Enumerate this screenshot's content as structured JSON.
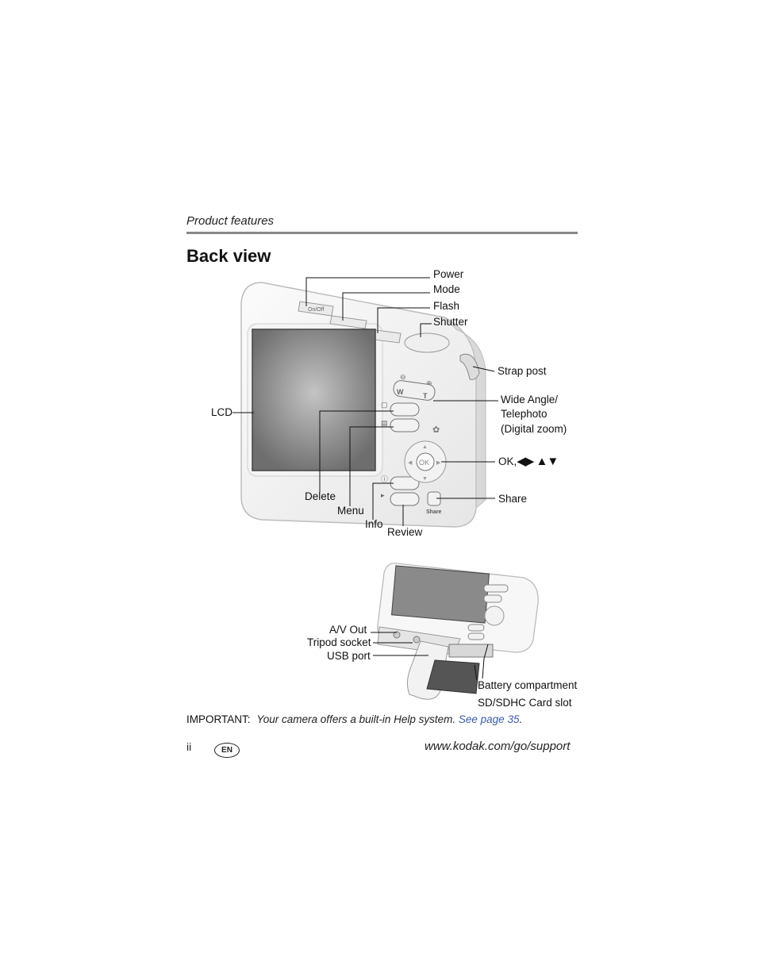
{
  "header": {
    "section": "Product features"
  },
  "title": "Back view",
  "callouts": {
    "power": "Power",
    "mode": "Mode",
    "flash": "Flash",
    "shutter": "Shutter",
    "strap_post": "Strap post",
    "wide_angle_1": "Wide Angle/",
    "wide_angle_2": "Telephoto",
    "wide_angle_3": "(Digital zoom)",
    "lcd": "LCD",
    "ok": "OK,",
    "share": "Share",
    "delete": "Delete",
    "menu": "Menu",
    "info": "Info",
    "review": "Review",
    "av_out": "A/V Out",
    "tripod_socket": "Tripod socket",
    "usb_port": "USB port",
    "battery_compartment": "Battery compartment",
    "card_slot": "SD/SDHC Card slot"
  },
  "camera_labels": {
    "on_off": "On/Off",
    "w": "W",
    "t": "T",
    "ok_button": "OK",
    "share_button": "Share"
  },
  "important": {
    "label": "IMPORTANT:",
    "text": "Your camera offers a built-in Help system.",
    "link": "See page 35",
    "end": "."
  },
  "footer": {
    "page": "ii",
    "lang": "EN",
    "url": "www.kodak.com/go/support"
  }
}
